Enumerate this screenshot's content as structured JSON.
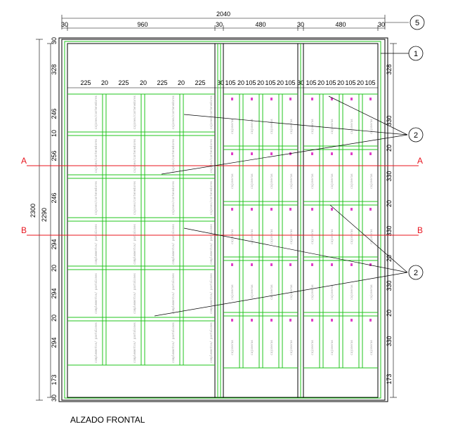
{
  "title": "ALZADO FRONTAL",
  "colors": {
    "frame": "#000000",
    "shelf": "#22c41c",
    "section": "#e8141e",
    "drawer_knob": "#e040c8",
    "label": "#9a9a9a"
  },
  "dimensions": {
    "overall_width": "2040",
    "top_segments": [
      "30",
      "960",
      "30",
      "480",
      "30",
      "480",
      "30"
    ],
    "left_cells": [
      "225",
      "20",
      "225",
      "20",
      "225",
      "20",
      "225"
    ],
    "mid_cells": [
      "30",
      "105",
      "20",
      "105",
      "20",
      "105",
      "20",
      "105"
    ],
    "right_cells": [
      "30",
      "105",
      "20",
      "105",
      "20",
      "105",
      "20",
      "105"
    ],
    "left_vertical": [
      "30",
      "328",
      "246",
      "10",
      "256",
      "246",
      "294",
      "20",
      "294",
      "20",
      "294",
      "173",
      "30"
    ],
    "overall_height": "2300",
    "inner_height": "2290",
    "right_vertical": [
      "328",
      "330",
      "20",
      "330",
      "20",
      "330",
      "20",
      "330",
      "20",
      "330",
      "173"
    ]
  },
  "sections": {
    "a_left": "A",
    "a_right": "A",
    "b_left": "B",
    "b_right": "B"
  },
  "callouts": {
    "c1": "1",
    "c2a": "2",
    "c2b": "2",
    "c5": "5"
  },
  "cell_labels": {
    "left_upper": "cajones/contenedores",
    "left_lower": "complementos/ pantalones",
    "right": "cajoneras"
  }
}
